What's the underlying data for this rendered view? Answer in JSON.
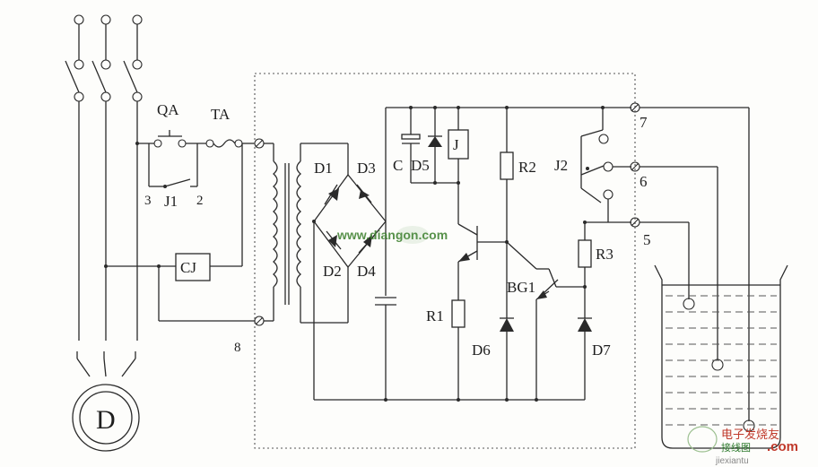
{
  "labels": {
    "qa": "QA",
    "ta": "TA",
    "j1": "J1",
    "j1_left": "3",
    "j1_right": "2",
    "cj": "CJ",
    "motor": "D",
    "terminal_8": "8",
    "d1": "D1",
    "d2": "D2",
    "d3": "D3",
    "d4": "D4",
    "c": "C",
    "d5": "D5",
    "j": "J",
    "r2": "R2",
    "j2": "J2",
    "terminal_7": "7",
    "terminal_6": "6",
    "terminal_5": "5",
    "r3": "R3",
    "r1": "R1",
    "bg1": "BG1",
    "d6": "D6",
    "d7": "D7"
  },
  "watermarks": {
    "center": "www.diangon.com",
    "logo_cn": "电子发烧友",
    "logo_sub": "接线图",
    "logo_site": ".com",
    "logo_pinyin": "jiexiantu"
  },
  "colors": {
    "line": "#2a2a2a",
    "watermark_green": "#3b7f2c",
    "watermark_red": "#c0392b"
  }
}
